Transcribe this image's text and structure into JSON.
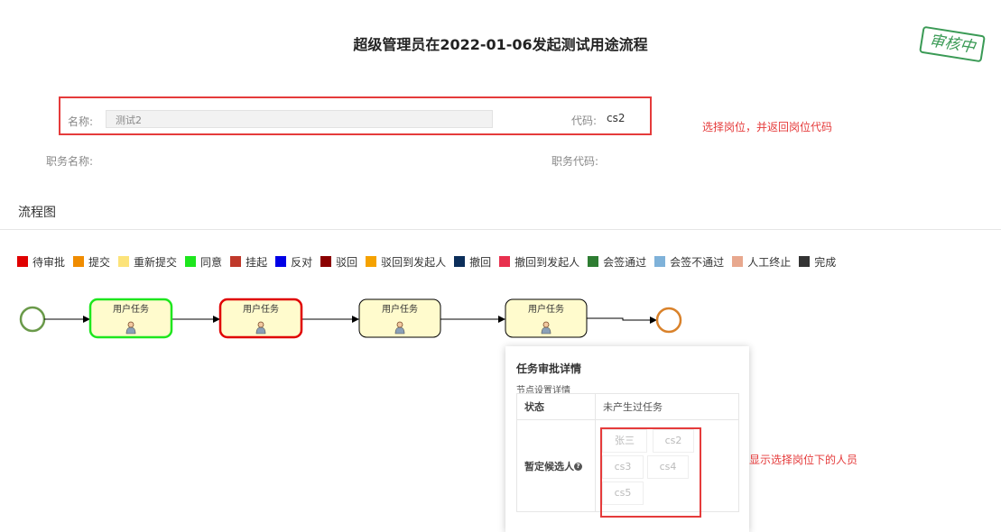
{
  "header": {
    "title": "超级管理员在2022-01-06发起测试用途流程",
    "stamp": "审核中"
  },
  "form": {
    "name_label": "名称:",
    "name_value": "测试2",
    "code_label": "代码:",
    "code_value": "cs2",
    "job_name_label": "职务名称:",
    "job_code_label": "职务代码:",
    "annotation": "选择岗位，并返回岗位代码"
  },
  "section": {
    "title": "流程图"
  },
  "legend": [
    {
      "label": "待审批",
      "color": "#e00000"
    },
    {
      "label": "提交",
      "color": "#f08c00"
    },
    {
      "label": "重新提交",
      "color": "#fce37a"
    },
    {
      "label": "同意",
      "color": "#1ee61e"
    },
    {
      "label": "挂起",
      "color": "#c0392b"
    },
    {
      "label": "反对",
      "color": "#0000e6"
    },
    {
      "label": "驳回",
      "color": "#8b0000"
    },
    {
      "label": "驳回到发起人",
      "color": "#f5a200"
    },
    {
      "label": "撤回",
      "color": "#0b2e5a"
    },
    {
      "label": "撤回到发起人",
      "color": "#e8304e"
    },
    {
      "label": "会签通过",
      "color": "#2e7d32"
    },
    {
      "label": "会签不通过",
      "color": "#7fb2d9"
    },
    {
      "label": "人工终止",
      "color": "#e8a88e"
    },
    {
      "label": "完成",
      "color": "#333333"
    }
  ],
  "flow": {
    "tasks": [
      {
        "label": "用户任务",
        "status_color": "#1ee61e"
      },
      {
        "label": "用户任务",
        "status_color": "#e00000"
      },
      {
        "label": "用户任务",
        "status_color": "#000000"
      },
      {
        "label": "用户任务",
        "status_color": "#000000"
      }
    ],
    "start_color": "#6a9a4a",
    "end_color": "#d9822b",
    "task_fill": "#fffbcd"
  },
  "popup": {
    "title": "任务审批详情",
    "subtitle": "节点设置详情",
    "status_label": "状态",
    "status_value": "未产生过任务",
    "candidates_label": "暂定候选人",
    "candidates": [
      "张三",
      "cs2",
      "cs3",
      "cs4",
      "cs5"
    ],
    "annotation": "显示选择岗位下的人员"
  }
}
